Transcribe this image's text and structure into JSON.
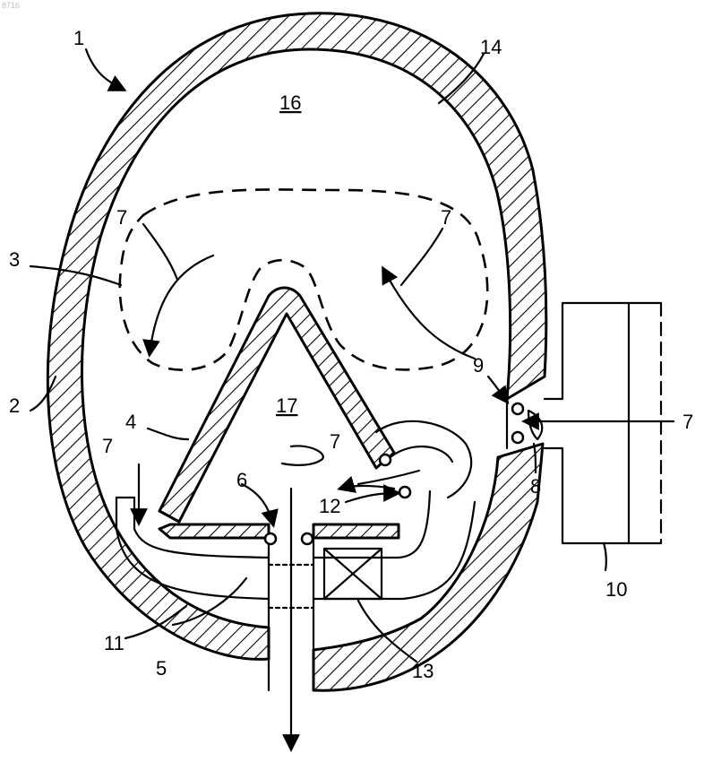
{
  "watermark": "8716",
  "labels": {
    "housing": "1",
    "outer_wall": "2",
    "dashed_loop": "3",
    "inner_body": "4",
    "outlet_pipe": "5",
    "pivot": "6",
    "flow": "7",
    "port_valve": "8",
    "port_pin": "9",
    "side_unit": "10",
    "bottom_tray": "11",
    "inner_pin": "12",
    "cross_box": "13",
    "top_wall": "14",
    "upper_chamber": "16",
    "lower_chamber": "17"
  }
}
